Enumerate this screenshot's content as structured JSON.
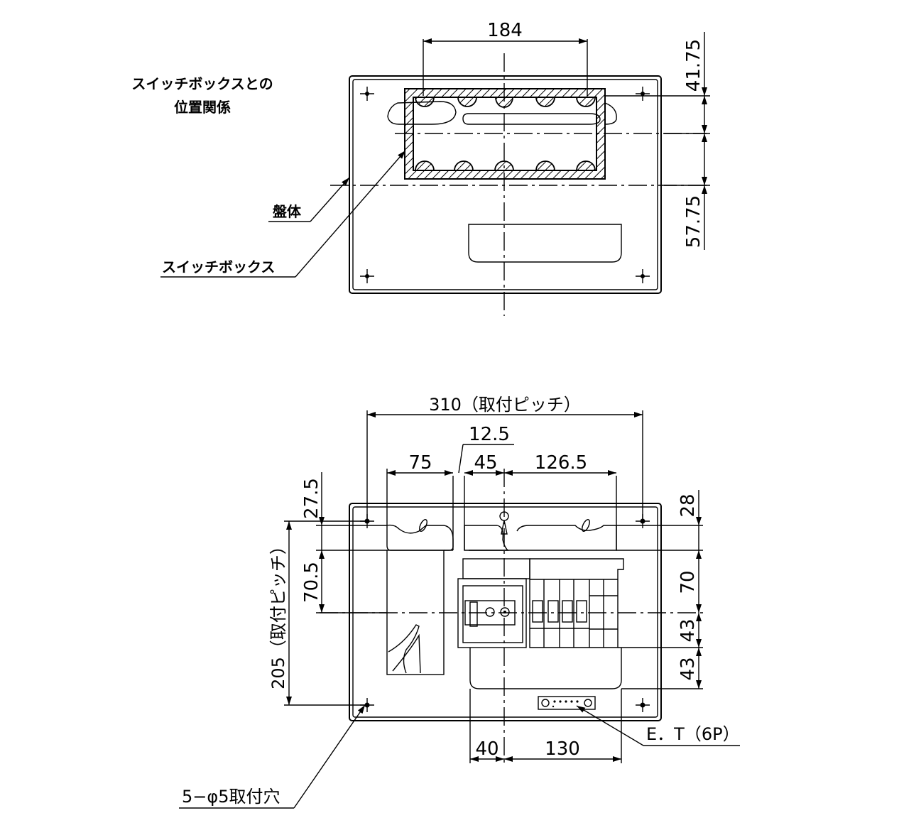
{
  "top_view": {
    "caption_line1": "スイッチボックスとの",
    "caption_line2": "位置関係",
    "label_panel": "盤体",
    "label_switchbox": "スイッチボックス",
    "dim_width": "184",
    "dim_upper": "41.75",
    "dim_lower": "57.75"
  },
  "bottom_view": {
    "dim_pitch_h": "310（取付ピッチ）",
    "dim_12_5": "12.5",
    "dim_75": "75",
    "dim_45": "45",
    "dim_126_5": "126.5",
    "dim_27_5": "27.5",
    "dim_70_5": "70.5",
    "dim_pitch_v": "205（取付ピッチ）",
    "dim_28": "28",
    "dim_70": "70",
    "dim_43a": "43",
    "dim_43b": "43",
    "dim_40": "40",
    "dim_130": "130",
    "label_et": "E．T（6P）",
    "label_holes": "5−φ5取付穴"
  }
}
